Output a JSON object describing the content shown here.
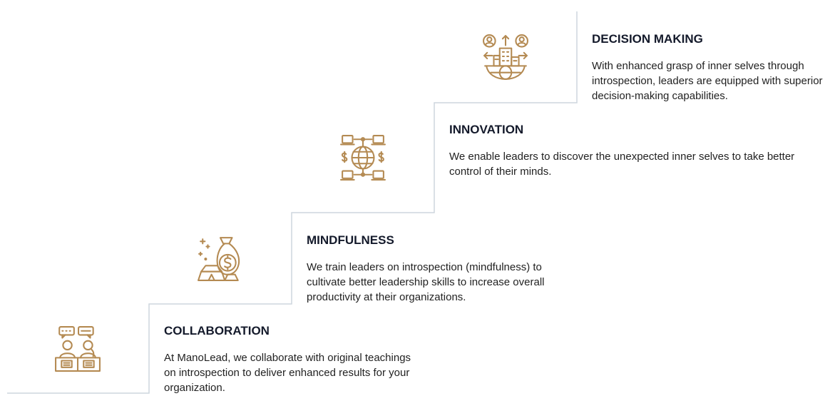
{
  "colors": {
    "accent": "#b48a52",
    "line": "#ced6dd",
    "title": "#141a2b",
    "text": "#222222"
  },
  "steps": [
    {
      "title": "COLLABORATION",
      "text": "At ManoLead, we collaborate with original teachings on introspection to deliver enhanced results for your organization.",
      "icon": "collaboration-icon"
    },
    {
      "title": "MINDFULNESS",
      "text": "We train leaders on introspection (mindfulness) to cultivate better leadership skills to increase overall productivity at their organizations.",
      "icon": "money-bag-gold-icon"
    },
    {
      "title": "INNOVATION",
      "text": "We enable leaders to discover the unexpected inner selves to take better control of their minds.",
      "icon": "global-network-icon"
    },
    {
      "title": "DECISION MAKING",
      "text": "With enhanced grasp of inner selves through introspection, leaders are equipped with superior decision-making capabilities.",
      "icon": "decision-city-icon"
    }
  ]
}
